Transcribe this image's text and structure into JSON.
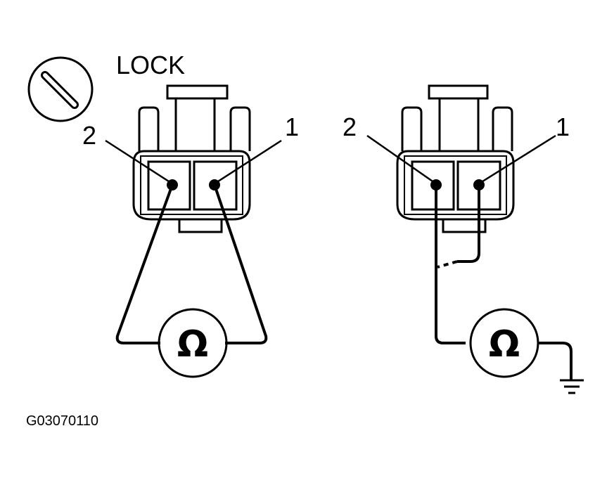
{
  "lock_label": "LOCK",
  "figure_code": "G03070110",
  "left_connector": {
    "terminal_2_label": "2",
    "terminal_1_label": "1",
    "meter_symbol": "Ω"
  },
  "right_connector": {
    "terminal_2_label": "2",
    "terminal_1_label": "1",
    "meter_symbol": "Ω"
  },
  "icons": [
    "ignition-lock-icon",
    "ohmmeter-icon",
    "ground-symbol-icon"
  ]
}
